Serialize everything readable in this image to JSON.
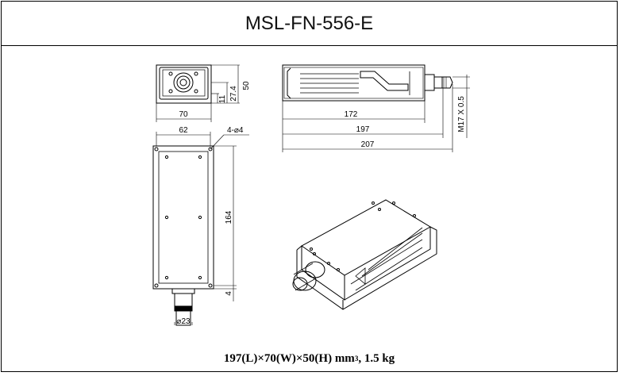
{
  "title": "MSL-FN-556-E",
  "caption": {
    "dimensions": "197(L)×70(W)×50(H) mm",
    "superscript": "3",
    "weight": ", 1.5 kg"
  },
  "dims": {
    "front_width": "70",
    "front_height": "50",
    "front_axis_height": "27.4",
    "front_base": "11",
    "side_body": "172",
    "side_overall": "197",
    "side_total": "207",
    "thread": "M17 X 0.5",
    "top_hole_span": "62",
    "holes": "4-⌀4",
    "top_length": "164",
    "top_edge": "4",
    "connector_dia": "⌀23"
  }
}
